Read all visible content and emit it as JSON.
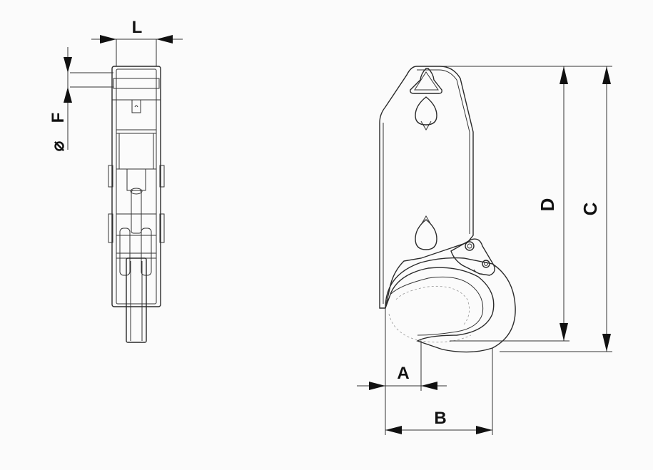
{
  "labels": {
    "L": "L",
    "F": "F",
    "diameter_symbol": "⌀",
    "A": "A",
    "B": "B",
    "C": "C",
    "D": "D"
  },
  "colors": {
    "background": "#fbfbfb",
    "line": "#2a2a2a",
    "hidden_line": "#a0a0a0",
    "label": "#111111"
  }
}
